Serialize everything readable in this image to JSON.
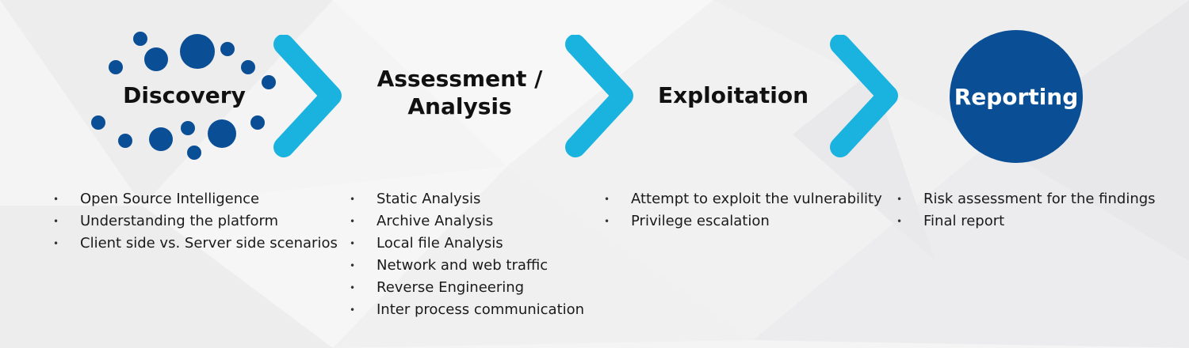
{
  "colors": {
    "chevron": "#1ab3e0",
    "dots": "#0a4f96",
    "report_circle": "#0a4f96"
  },
  "stages": {
    "discovery": {
      "title": "Discovery",
      "items": [
        "Open Source Intelligence",
        "Understanding the platform",
        "Client side vs. Server side scenarios"
      ]
    },
    "assessment": {
      "title_line1": "Assessment /",
      "title_line2": "Analysis",
      "items": [
        "Static Analysis",
        "Archive Analysis",
        "Local file Analysis",
        "Network and web traffic",
        "Reverse Engineering",
        "Inter process communication"
      ]
    },
    "exploitation": {
      "title": "Exploitation",
      "items": [
        "Attempt to exploit the vulnerability",
        "Privilege escalation"
      ]
    },
    "reporting": {
      "title": "Reporting",
      "items": [
        "Risk assessment for the findings",
        "Final report"
      ]
    }
  },
  "bullet_glyph": "•"
}
